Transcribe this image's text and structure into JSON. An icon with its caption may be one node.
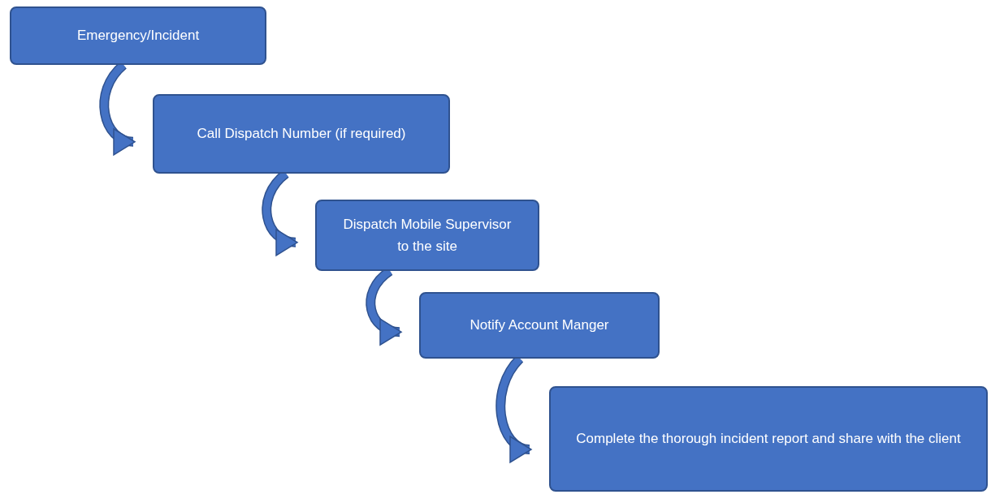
{
  "diagram": {
    "nodes": [
      {
        "text": [
          "Emergency/Incident"
        ]
      },
      {
        "text": [
          "Call Dispatch Number (if required)"
        ]
      },
      {
        "text": [
          "Dispatch Mobile Supervisor to the site"
        ]
      },
      {
        "text": [
          "Notify Account Manger"
        ]
      },
      {
        "text": [
          "Complete the thorough incident report and share with the client"
        ]
      }
    ],
    "edges": [
      {
        "from": 0,
        "to": 1,
        "arrow": "to"
      },
      {
        "from": 1,
        "to": 2,
        "arrow": "to"
      },
      {
        "from": 2,
        "to": 3,
        "arrow": "to"
      },
      {
        "from": 3,
        "to": 4,
        "arrow": "to"
      }
    ]
  }
}
